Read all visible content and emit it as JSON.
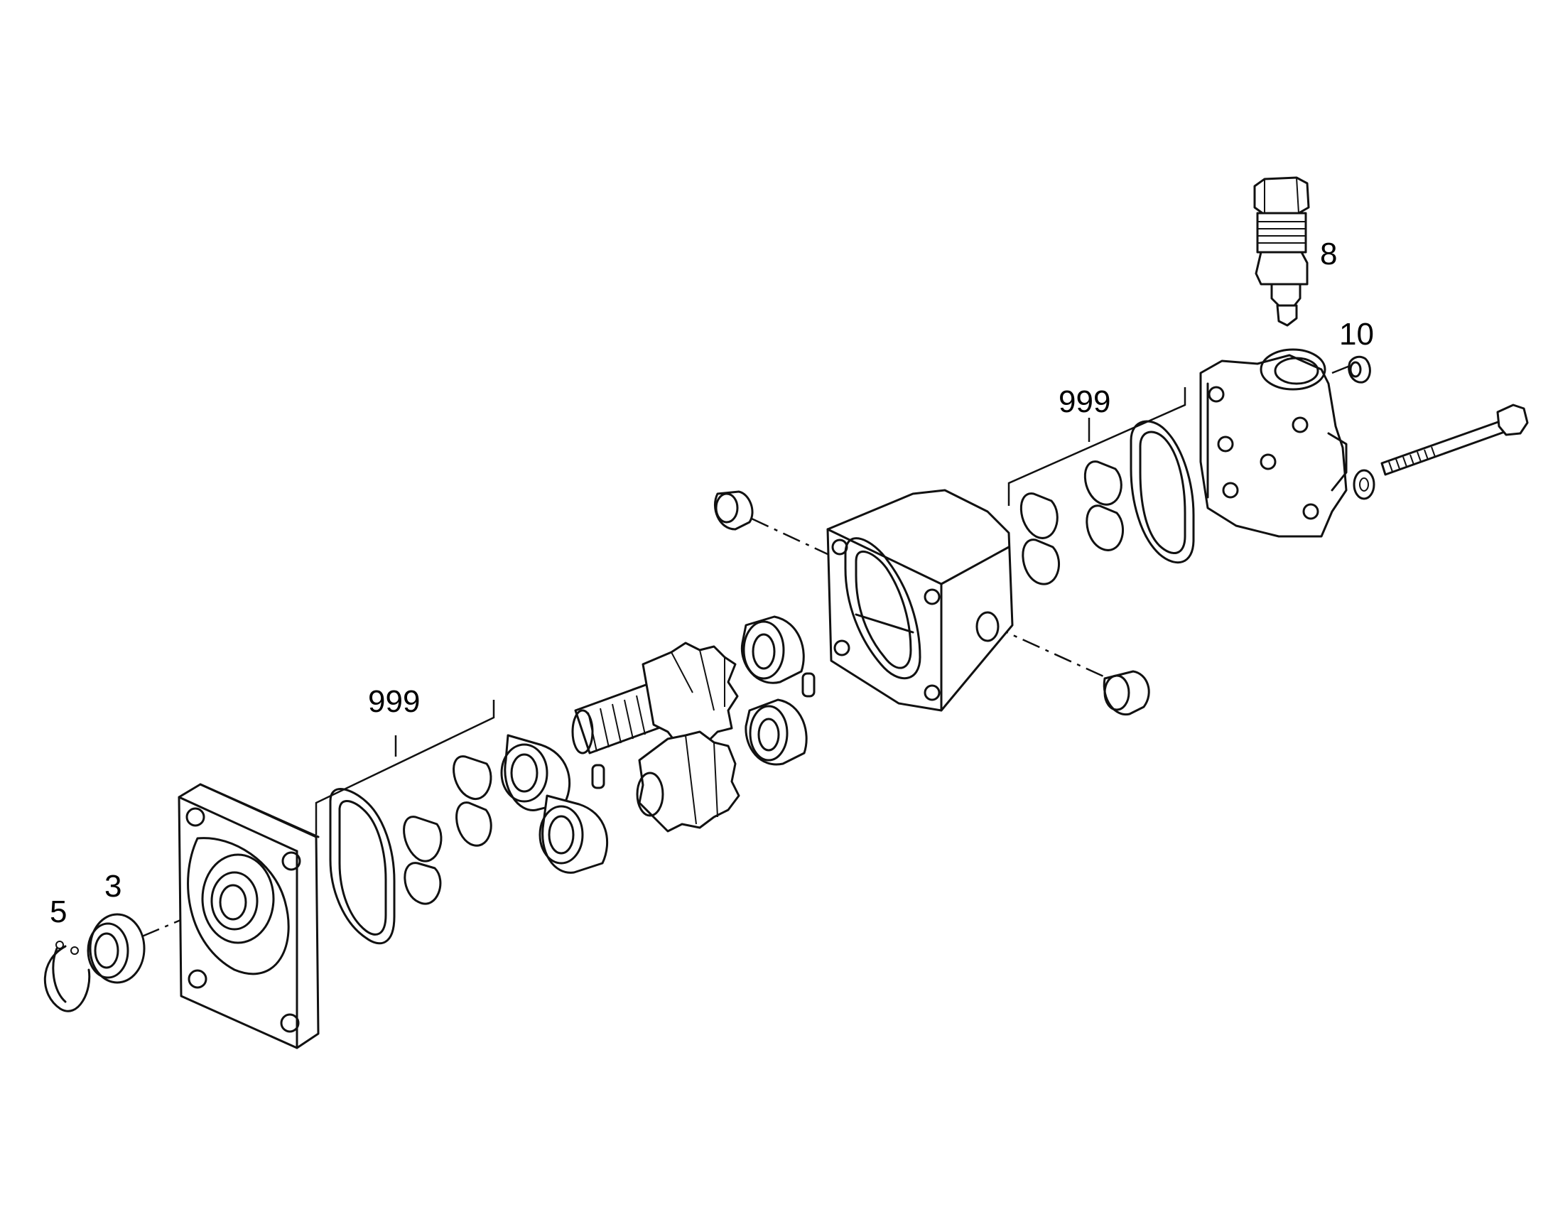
{
  "callouts": {
    "c5": "5",
    "c3": "3",
    "c999_left": "999",
    "c999_right": "999",
    "c8": "8",
    "c10": "10"
  },
  "colors": {
    "line": "#111111",
    "background": "#ffffff"
  }
}
